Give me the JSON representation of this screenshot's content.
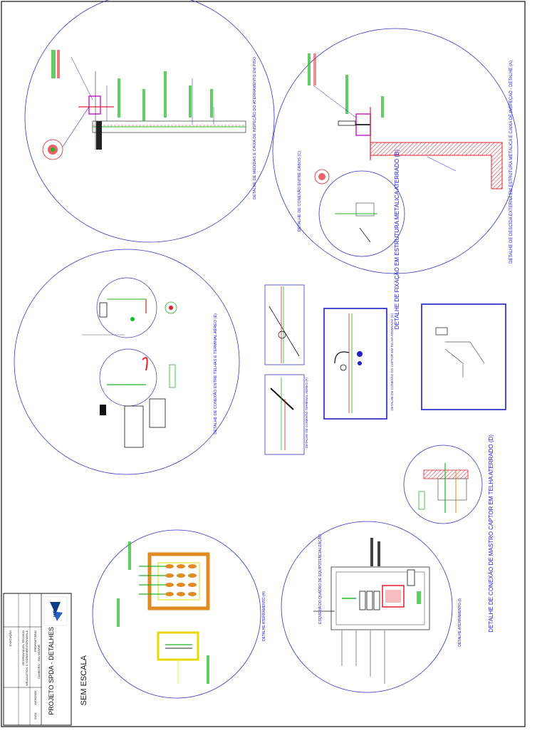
{
  "drawing": {
    "scale_note": "SEM ESCALA",
    "project_title": "PROJETO SPDA - DETALHES",
    "titleblock": {
      "logo_text": "MASTER",
      "proprietario_label": "PROPRIETÁRIO",
      "proprietario_value": "CAMBORIÚ - BALNEÁRIO",
      "responsavel_label": "RESPONSÁVEL TÉCNICO",
      "responsavel_value": "WELLINGTON S. CORDEIRO ESPINDOLA",
      "execucao_label": "EXECUÇÃO",
      "date_value": "10/05/2009",
      "sheet_value": "01/01"
    },
    "detail_titles": [
      "DETALHE DE MEDIDAS E CAIXA DE INSPEÇÃO DO ATERRAMENTO EM PISO",
      "DETALHE DE DESCIDA EXTERNA EM ESTRUTURA METÁLICA E CAIXA DE INSPEÇÃO - DETALHE (A)",
      "DETALHE DE FIXAÇÃO EM ESTRUTURA METÁLICA ATERRADO (B)",
      "DETALHE DE CONEXÃO ENTRE CABOS (C)",
      "DETALHE DE CONEXÃO ENTRE TELHAS E TERMINAL AÉREO (E)",
      "DETALHE DE CONEXÃO TERMINAL AÉREO (F)",
      "DETALHE DE CONEXÃO DO CAPTOR EM TELHA ATERRADO (G)",
      "DETALHE DE CONEXÃO DE MASTRO CAPTOR EM TELHA ATERRADO (D)",
      "DETALHE ATERRAMENTO (H)",
      "DETALHE ATERRAMENTO (I)",
      "ESQUEMA DO QUADRO DE EQUIPOTENCIALIZAÇÃO"
    ],
    "colors": {
      "outline": "#2020c8",
      "green": "#1fb81f",
      "red": "#e0202a",
      "magenta": "#d020d0",
      "orange": "#e08a20",
      "yellow": "#e6d800",
      "black": "#111111"
    }
  }
}
